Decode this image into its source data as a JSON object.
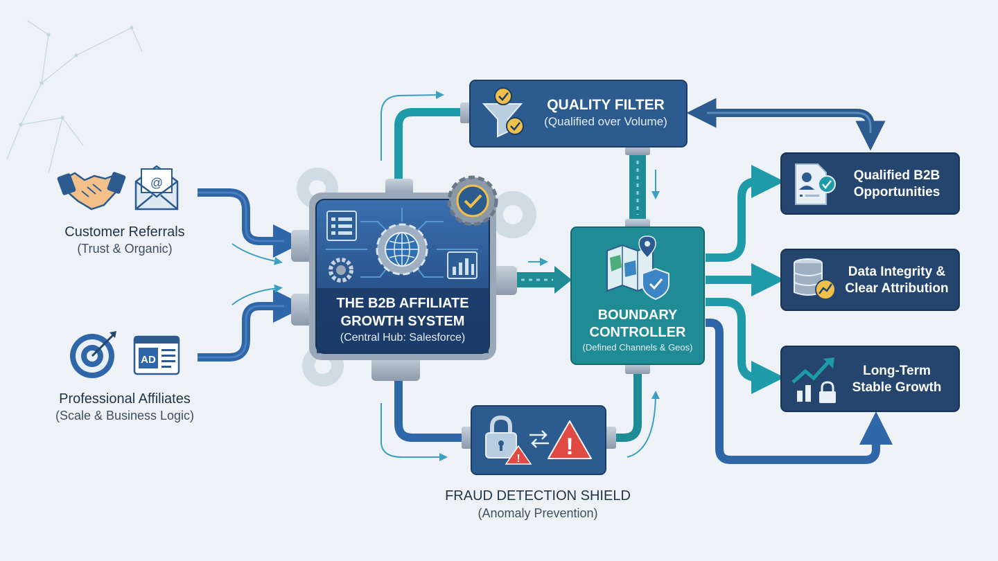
{
  "sources": {
    "referrals": {
      "title": "Customer Referrals",
      "subtitle": "(Trust & Organic)",
      "icons": [
        "handshake-icon",
        "email-icon"
      ]
    },
    "affiliates": {
      "title": "Professional Affiliates",
      "subtitle": "(Scale & Business Logic)",
      "icons": [
        "target-icon",
        "ad-icon"
      ]
    }
  },
  "hub": {
    "title_line1": "THE B2B AFFILIATE",
    "title_line2": "GROWTH SYSTEM",
    "subtitle": "(Central Hub: Salesforce)",
    "icons": [
      "globe-gear-icon",
      "checkmark-gear-icon",
      "form-icon",
      "bar-chart-icon",
      "gear-icon"
    ]
  },
  "quality_filter": {
    "title": "QUALITY FILTER",
    "subtitle": "(Qualified over Volume)",
    "icons": [
      "funnel-icon"
    ]
  },
  "boundary": {
    "title_line1": "BOUNDARY",
    "title_line2": "CONTROLLER",
    "subtitle": "(Defined Channels & Geos)",
    "icons": [
      "map-icon",
      "location-pin-icon",
      "shield-icon"
    ]
  },
  "fraud": {
    "title": "FRAUD DETECTION SHIELD",
    "subtitle": "(Anomaly Prevention)",
    "icons": [
      "lock-icon",
      "warning-icon"
    ]
  },
  "outputs": [
    {
      "line1": "Qualified B2B",
      "line2": "Opportunities",
      "icon": "document-check-icon"
    },
    {
      "line1": "Data Integrity &",
      "line2": "Clear Attribution",
      "icon": "database-chart-icon"
    },
    {
      "line1": "Long-Term",
      "line2": "Stable Growth",
      "icon": "growth-lock-icon"
    }
  ],
  "colors": {
    "background": "#eef1f5",
    "pipe_blue": "#2f66a8",
    "pipe_teal": "#1f9aa8",
    "box_blue": "#2c5c8f",
    "box_teal": "#1f8c95",
    "box_navy": "#24456d",
    "warning_red": "#e04a44",
    "check_gold": "#f1c04a"
  }
}
